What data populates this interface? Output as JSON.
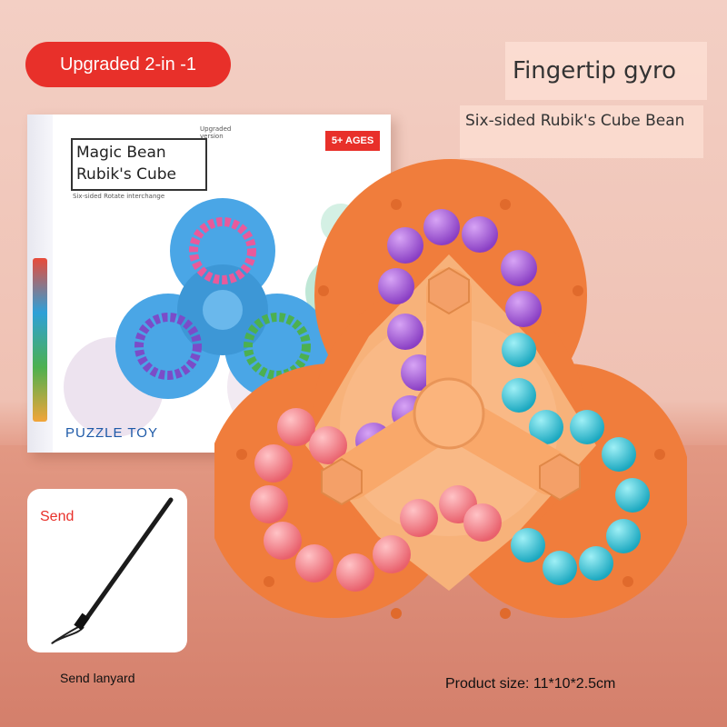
{
  "badge": {
    "label": "Upgraded 2-in -1"
  },
  "header": {
    "title": "Fingertip gyro",
    "subtitle": "Six-sided Rubik's Cube Bean"
  },
  "package": {
    "title_line1": "Magic Bean",
    "title_line2": "Rubik's Cube",
    "small_text": "Six-sided Rotate interchange",
    "upgraded_text": "Upgraded version",
    "ages": "5+ AGES",
    "brand": "PUZZLE TOY"
  },
  "lanyard": {
    "send_label": "Send",
    "caption": "Send lanyard"
  },
  "product": {
    "size": "Product size: 11*10*2.5cm"
  },
  "colors": {
    "accent_red": "#e8302a",
    "spinner_orange": "#f07d3c",
    "spinner_light": "#f7b27a",
    "bead_purple": "#9b52d2",
    "bead_cyan": "#2fc3d6",
    "bead_pink": "#f06d78"
  }
}
